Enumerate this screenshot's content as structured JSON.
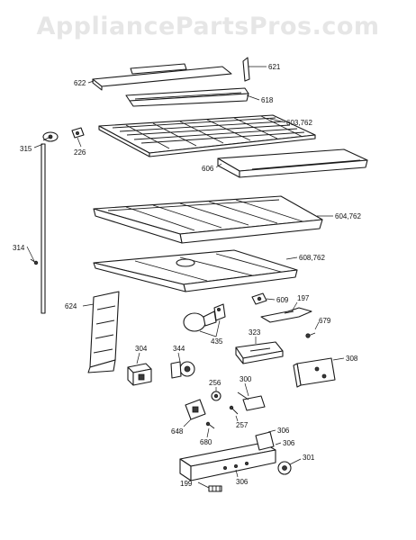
{
  "watermark": "AppliancePartsPros.com",
  "labels": {
    "p622": "622",
    "p621": "621",
    "p618": "618",
    "p603": "603,762",
    "p315": "315",
    "p226": "226",
    "p606": "606",
    "p604": "604,762",
    "p314": "314",
    "p608": "608,762",
    "p624": "624",
    "p609": "609",
    "p197": "197",
    "p679": "679",
    "p435": "435",
    "p323": "323",
    "p304": "304",
    "p344": "344",
    "p308": "308",
    "p256": "256",
    "p300": "300",
    "p257": "257",
    "p648": "648",
    "p680": "680",
    "p306a": "306",
    "p306b": "306",
    "p301": "301",
    "p199": "199",
    "p306c": "306"
  }
}
